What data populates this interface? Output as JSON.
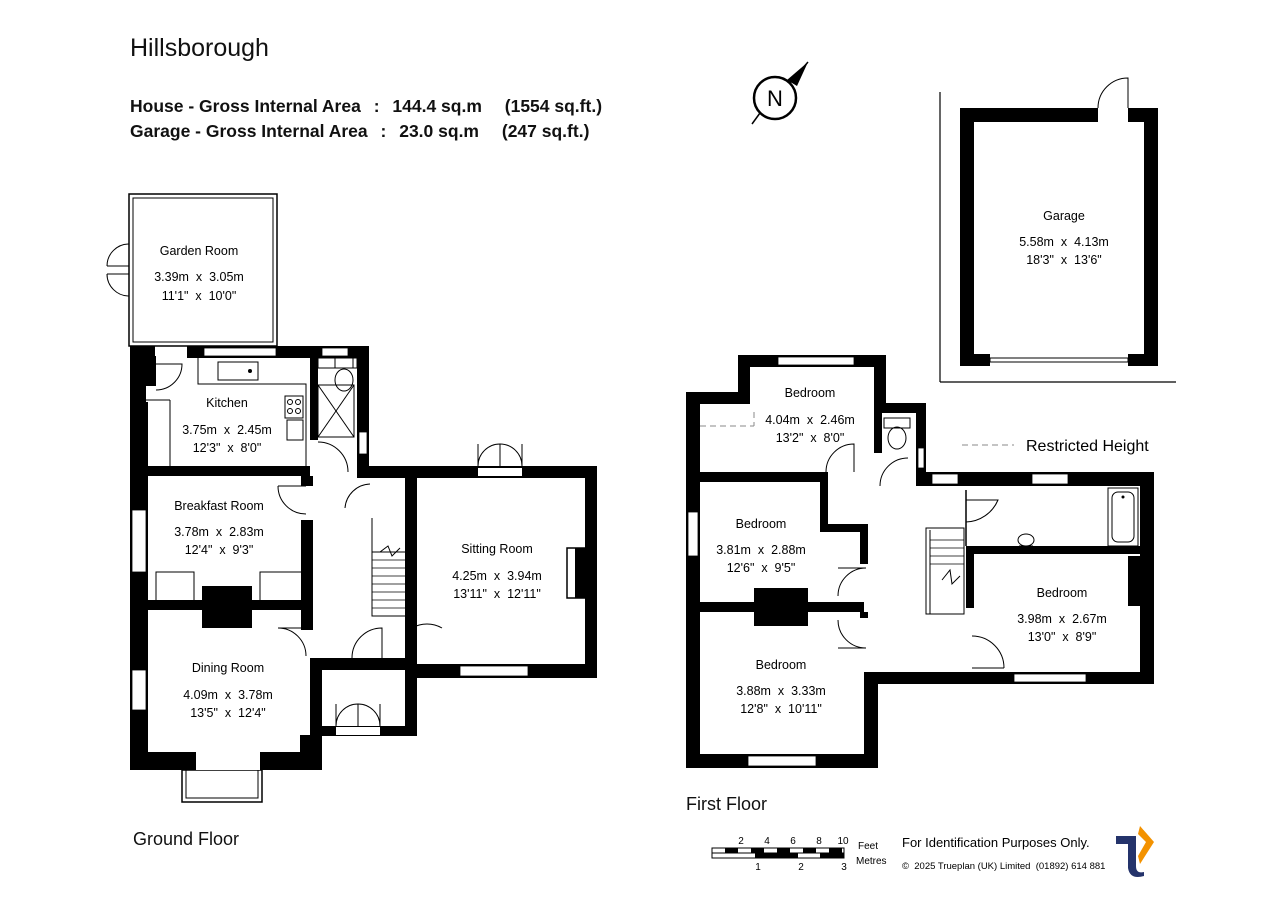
{
  "header": {
    "title": "Hillsborough",
    "house_area": {
      "label": "House - Gross Internal Area",
      "separator": ":",
      "metric": "144.4 sq.m",
      "imperial": "(1554 sq.ft.)"
    },
    "garage_area": {
      "label": "Garage - Gross Internal Area",
      "separator": ":",
      "metric": "23.0 sq.m",
      "imperial": "(247 sq.ft.)"
    }
  },
  "compass": {
    "letter": "N",
    "icon": "north-compass-icon"
  },
  "ground_floor": {
    "label": "Ground Floor",
    "rooms": [
      {
        "id": "garden-room",
        "name": "Garden Room",
        "metric": "3.39m  x  3.05m",
        "imperial": "11'1\"  x  10'0\""
      },
      {
        "id": "kitchen",
        "name": "Kitchen",
        "metric": "3.75m  x  2.45m",
        "imperial": "12'3\"  x  8'0\""
      },
      {
        "id": "breakfast-room",
        "name": "Breakfast Room",
        "metric": "3.78m  x  2.83m",
        "imperial": "12'4\"  x  9'3\""
      },
      {
        "id": "sitting-room",
        "name": "Sitting Room",
        "metric": "4.25m  x  3.94m",
        "imperial": "13'11\"  x  12'11\""
      },
      {
        "id": "dining-room",
        "name": "Dining Room",
        "metric": "4.09m  x  3.78m",
        "imperial": "13'5\"  x  12'4\""
      }
    ]
  },
  "first_floor": {
    "label": "First Floor",
    "rooms": [
      {
        "id": "bedroom-1",
        "name": "Bedroom",
        "metric": "4.04m  x  2.46m",
        "imperial": "13'2\"  x  8'0\""
      },
      {
        "id": "bedroom-2",
        "name": "Bedroom",
        "metric": "3.81m  x  2.88m",
        "imperial": "12'6\"  x  9'5\""
      },
      {
        "id": "bedroom-3",
        "name": "Bedroom",
        "metric": "3.98m  x  2.67m",
        "imperial": "13'0\"  x  8'9\""
      },
      {
        "id": "bedroom-4",
        "name": "Bedroom",
        "metric": "3.88m  x  3.33m",
        "imperial": "12'8\"  x  10'11\""
      }
    ]
  },
  "garage": {
    "name": "Garage",
    "metric": "5.58m  x  4.13m",
    "imperial": "18'3\"  x  13'6\""
  },
  "legend": {
    "restricted_height": "Restricted Height"
  },
  "scale_bar": {
    "feet_ticks": [
      "2",
      "4",
      "6",
      "8",
      "10"
    ],
    "metre_ticks": [
      "1",
      "2",
      "3"
    ],
    "feet_label": "Feet",
    "metres_label": "Metres"
  },
  "footer": {
    "identification": "For Identification Purposes Only.",
    "copyright": "©  2025 Trueplan (UK) Limited  (01892) 614 881",
    "logo_icon": "trueplan-logo-icon",
    "colors": {
      "logo_navy": "#24336b",
      "logo_orange": "#f39200",
      "wall": "#000000"
    }
  }
}
